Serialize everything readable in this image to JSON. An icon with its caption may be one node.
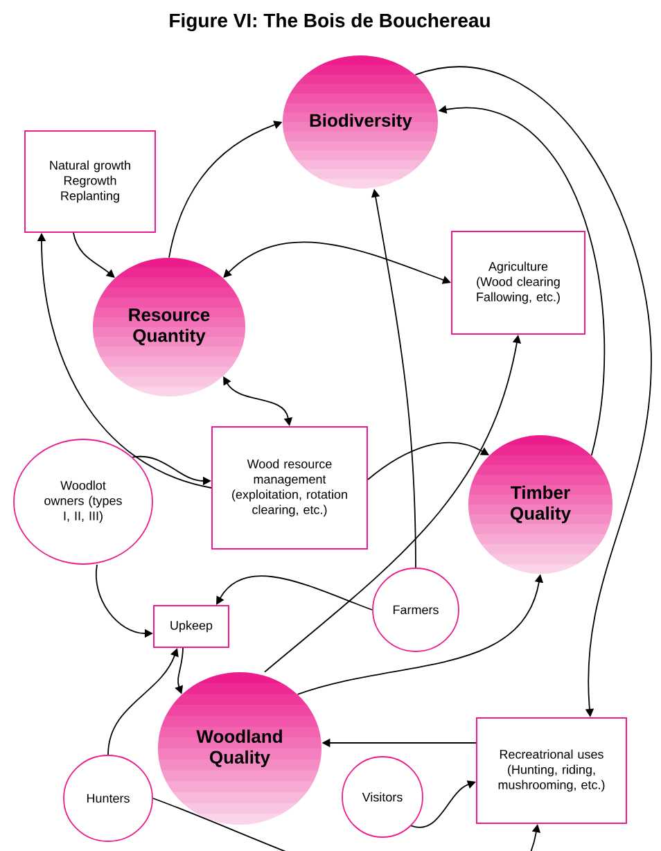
{
  "diagram": {
    "title": "Figure VI: The Bois de Bouchereau",
    "nodes": [
      {
        "text": [
          "Biodiversity"
        ]
      },
      {
        "text": [
          "Natural growth Regrowth Replanting"
        ]
      },
      {
        "text": [
          "Resource Quantity"
        ]
      },
      {
        "text": [
          "Agriculture (Wood clearing Fallowing, etc.)"
        ]
      },
      {
        "text": [
          "Wood resource management (exploitation, rotation clearing, etc.)"
        ]
      },
      {
        "text": [
          "Timber Quality"
        ]
      },
      {
        "text": [
          "Woodlot owners (types I, II, III)"
        ]
      },
      {
        "text": [
          "Farmers"
        ]
      },
      {
        "text": [
          "Upkeep"
        ]
      },
      {
        "text": [
          "Woodland Quality"
        ]
      },
      {
        "text": [
          "Recreatrional uses (Hunting, riding, mushrooming, etc.)"
        ]
      },
      {
        "text": [
          "Visitors"
        ]
      },
      {
        "text": [
          "Hunters"
        ]
      }
    ],
    "edges": [
      {
        "from": 2,
        "to": 0,
        "arrow": "to"
      },
      {
        "from": 1,
        "to": 2,
        "arrow": "to"
      },
      {
        "from": 2,
        "to": 3,
        "arrow": "both"
      },
      {
        "from": 4,
        "to": 1,
        "arrow": "to"
      },
      {
        "from": 2,
        "to": 4,
        "arrow": "both"
      },
      {
        "from": 6,
        "to": 4,
        "arrow": "to"
      },
      {
        "from": 4,
        "to": 5,
        "arrow": "to"
      },
      {
        "from": 7,
        "to": 0,
        "arrow": "to"
      },
      {
        "from": 9,
        "to": 3,
        "arrow": "to"
      },
      {
        "from": 7,
        "to": 8,
        "arrow": "to"
      },
      {
        "from": 6,
        "to": 8,
        "arrow": "to"
      },
      {
        "from": 12,
        "to": 8,
        "arrow": "to"
      },
      {
        "from": 8,
        "to": 9,
        "arrow": "to"
      },
      {
        "from": 5,
        "to": 0,
        "arrow": "to"
      },
      {
        "from": 0,
        "to": 10,
        "arrow": "to"
      },
      {
        "from": 9,
        "to": 5,
        "arrow": "to"
      },
      {
        "from": 10,
        "to": 9,
        "arrow": "to"
      },
      {
        "from": 11,
        "to": 10,
        "arrow": "to"
      },
      {
        "from": 12,
        "to": 10,
        "arrow": "to"
      }
    ]
  }
}
